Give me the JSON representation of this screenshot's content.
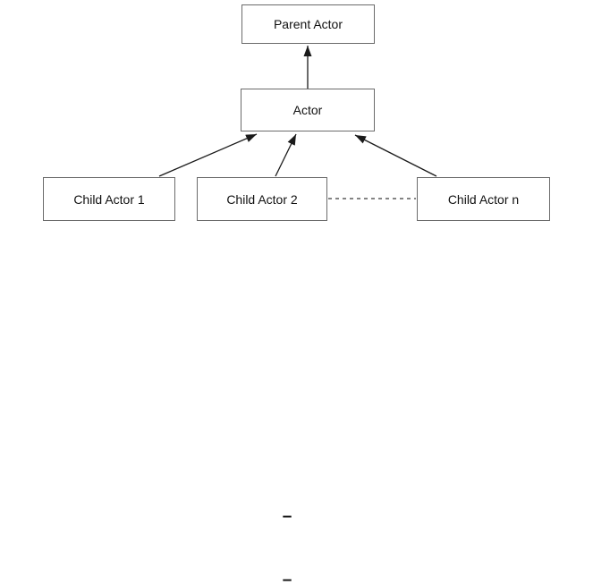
{
  "diagram": {
    "nodes": [
      {
        "id": "parent-actor",
        "label": "Parent Actor"
      },
      {
        "id": "actor",
        "label": "Actor"
      },
      {
        "id": "child-actor-1",
        "label": "Child Actor 1"
      },
      {
        "id": "child-actor-2",
        "label": "Child Actor 2"
      },
      {
        "id": "child-actor-n",
        "label": "Child Actor n"
      }
    ],
    "edges": [
      {
        "from": "actor",
        "to": "parent-actor",
        "type": "solid-arrow"
      },
      {
        "from": "child-actor-1",
        "to": "actor",
        "type": "solid-arrow"
      },
      {
        "from": "child-actor-2",
        "to": "actor",
        "type": "solid-arrow"
      },
      {
        "from": "child-actor-n",
        "to": "actor",
        "type": "solid-arrow"
      },
      {
        "from": "child-actor-2",
        "to": "child-actor-n",
        "type": "dashed-line"
      }
    ],
    "colors": {
      "background": "#ffffff",
      "box_border": "#6b6b6b",
      "line": "#1a1a1a",
      "text": "#111111"
    }
  },
  "marks": [
    {
      "glyph": "–"
    },
    {
      "glyph": "–"
    }
  ]
}
